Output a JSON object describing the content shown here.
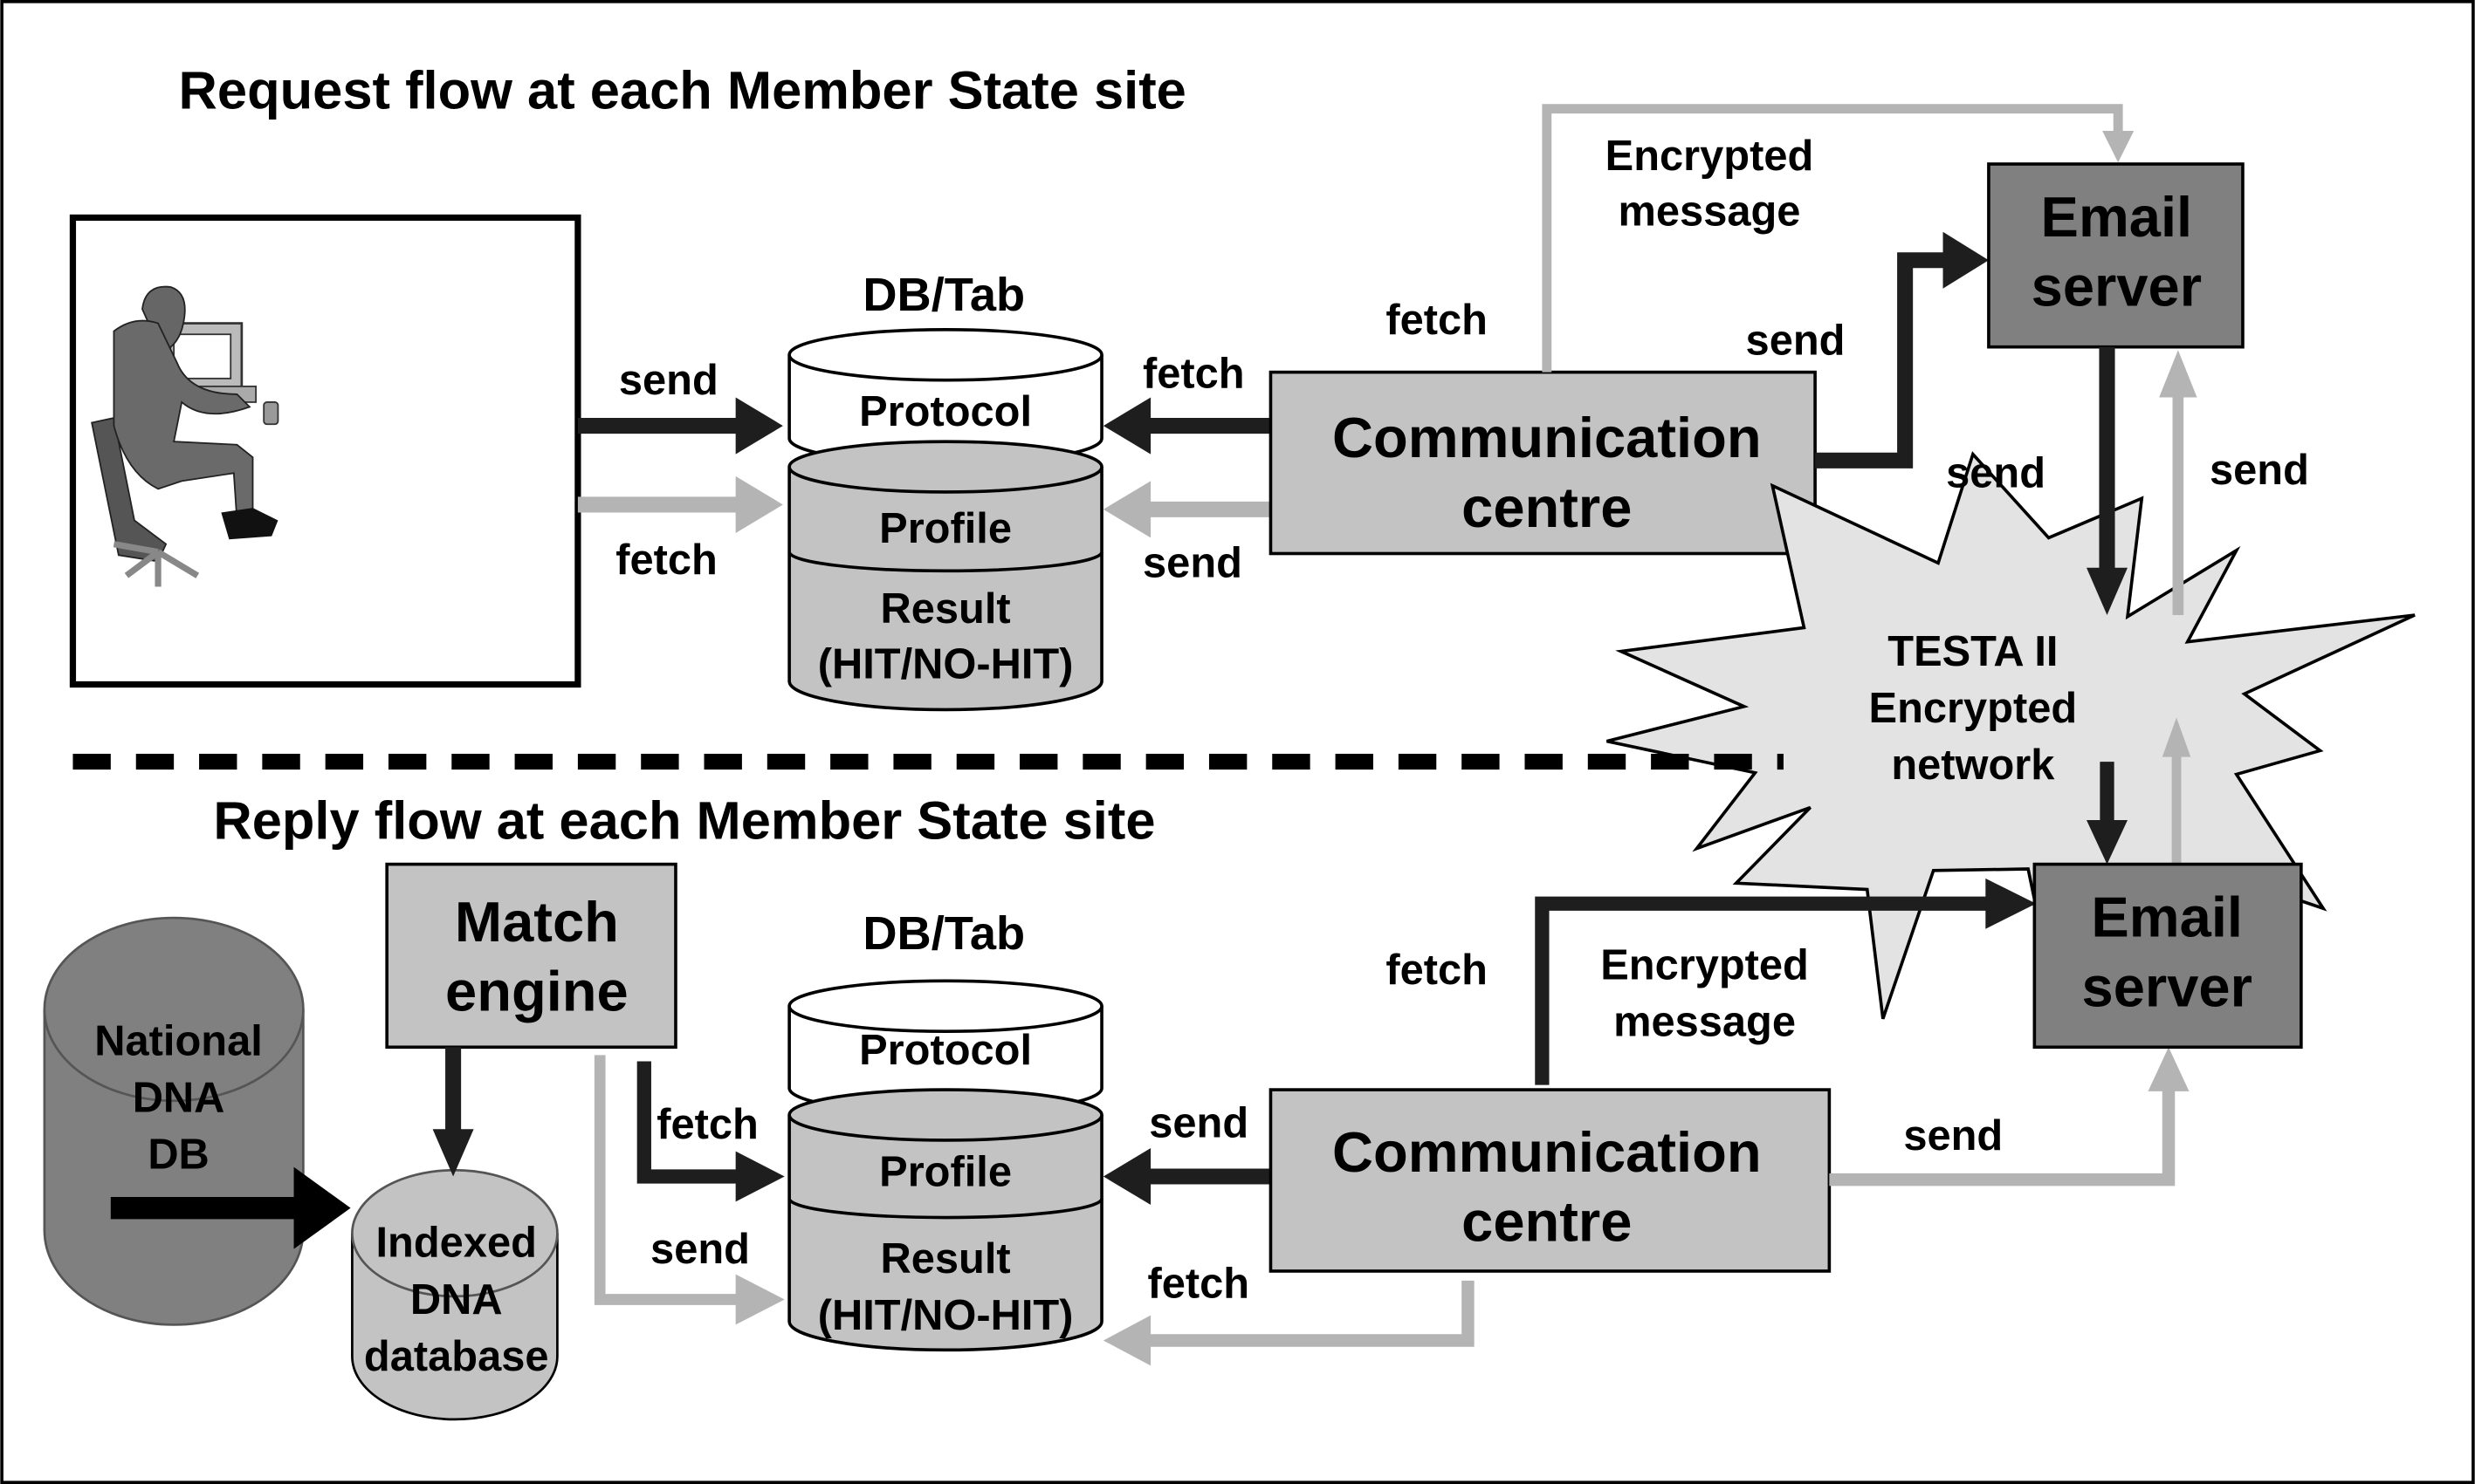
{
  "request": {
    "title": "Request flow at each Member State site",
    "db_title": "DB/Tab",
    "db_layers": [
      "Protocol",
      "Profile",
      "Result",
      "(HIT/NO-HIT)"
    ],
    "comm_centre": [
      "Communication",
      "centre"
    ],
    "email_server": [
      "Email",
      "server"
    ],
    "encrypted_message": [
      "Encrypted",
      "message"
    ],
    "labels": {
      "user_send": "send",
      "user_fetch": "fetch",
      "cc_fetch": "fetch",
      "cc_send": "send",
      "cc_fetch_top": "fetch",
      "cc_send_email": "send",
      "email_send_down": "send",
      "email_send_up": "send"
    }
  },
  "network": [
    "TESTA II",
    "Encrypted",
    "network"
  ],
  "reply": {
    "title": "Reply flow at each Member State site",
    "db_title": "DB/Tab",
    "db_layers": [
      "Protocol",
      "Profile",
      "Result",
      "(HIT/NO-HIT)"
    ],
    "match_engine": [
      "Match",
      "engine"
    ],
    "national_db": [
      "National",
      "DNA",
      "DB"
    ],
    "indexed_db": [
      "Indexed",
      "DNA",
      "database"
    ],
    "comm_centre": [
      "Communication",
      "centre"
    ],
    "email_server": [
      "Email",
      "server"
    ],
    "encrypted_message": [
      "Encrypted",
      "message"
    ],
    "labels": {
      "me_fetch": "fetch",
      "me_send": "send",
      "cc_send": "send",
      "cc_fetch": "fetch",
      "cc_fetch_top": "fetch",
      "cc_send_email": "send"
    }
  },
  "colors": {
    "dark_arrow": "#1e1e1e",
    "light_arrow": "#b4b4b4",
    "box_light": "#c3c3c3",
    "box_dark": "#808080",
    "cloud": "#e3e3e3"
  }
}
